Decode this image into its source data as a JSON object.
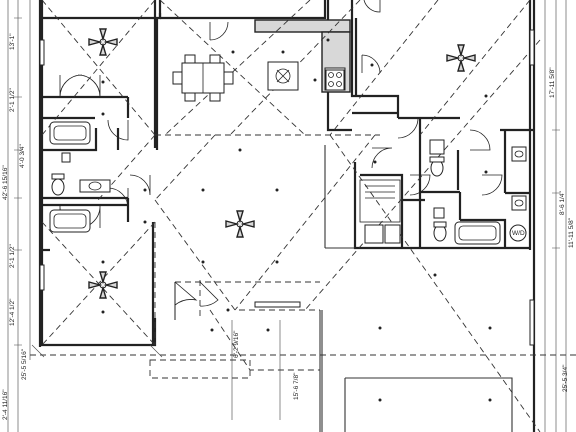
{
  "plan": {
    "dimensions": {
      "left": [
        "13'-1\"",
        "2'-1 1/2\"",
        "4'-0 3/4\"",
        "42'-6 15/16\"",
        "2'-1 1/2\"",
        "12'-4 1/2\"",
        "25'-5 5/16\"",
        "2'-4 11/16\""
      ],
      "right": [
        "17'-11 5/8\"",
        "8'-6 1/4\"",
        "11'-11 5/8\"",
        "25'-5 3/4\""
      ],
      "bottom": [
        "6'-2 9/16\"",
        "15'-6 7/8\""
      ]
    },
    "fixture_labels": {
      "washer_dryer": "W/D"
    }
  }
}
